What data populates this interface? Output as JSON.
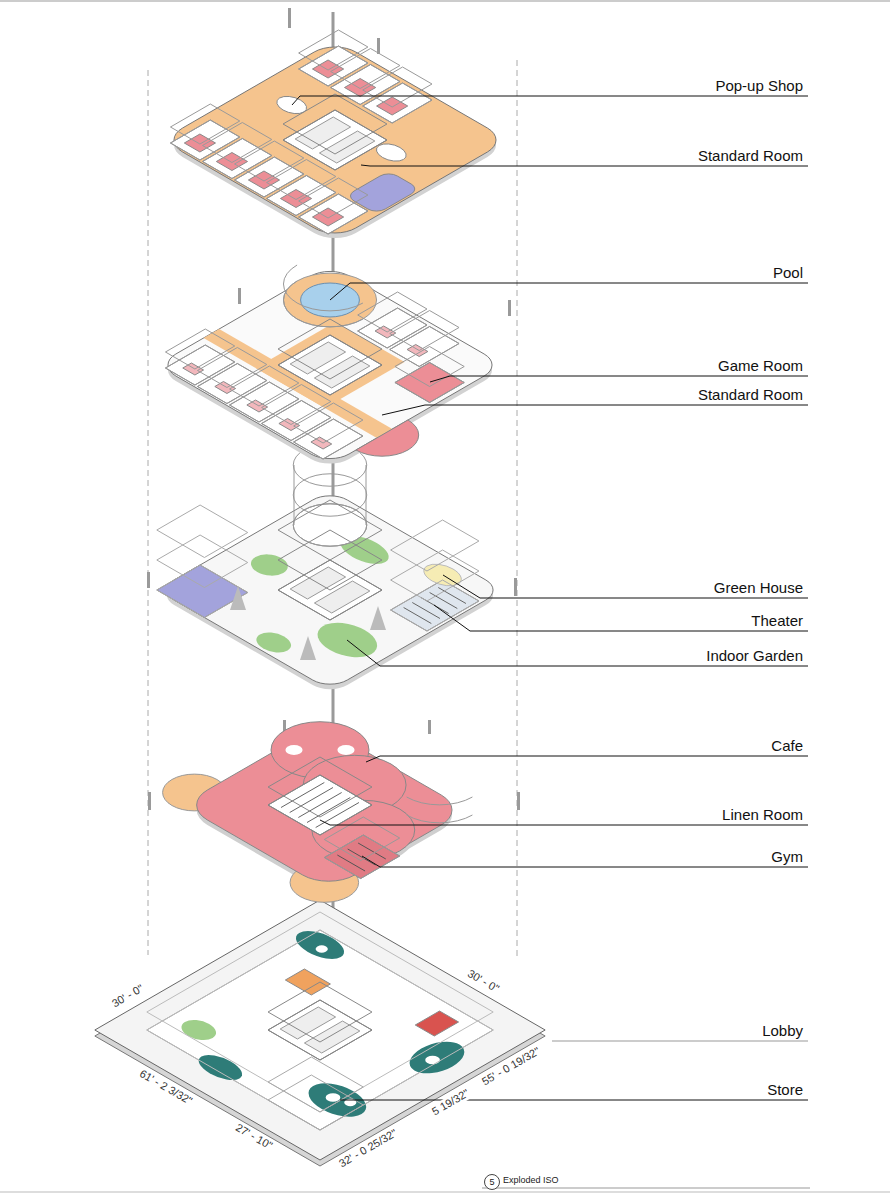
{
  "diagram": {
    "nodes": [
      {
        "text": [
          "5"
        ]
      }
    ],
    "labels": [
      "Pop-up Shop",
      "Standard Room",
      "Pool",
      "Game Room",
      "Standard Room",
      "Green House",
      "Theater",
      "Indoor Garden",
      "Cafe",
      "Linen Room",
      "Gym",
      "Lobby",
      "Store",
      "30' - 0\"",
      "61' - 2 3/32\"",
      "27' - 10\"",
      "32' - 0 25/32\"",
      "5 19/32\"",
      "55' - 0 19/32\"",
      "30' - 0\"",
      "Exploded ISO"
    ]
  }
}
